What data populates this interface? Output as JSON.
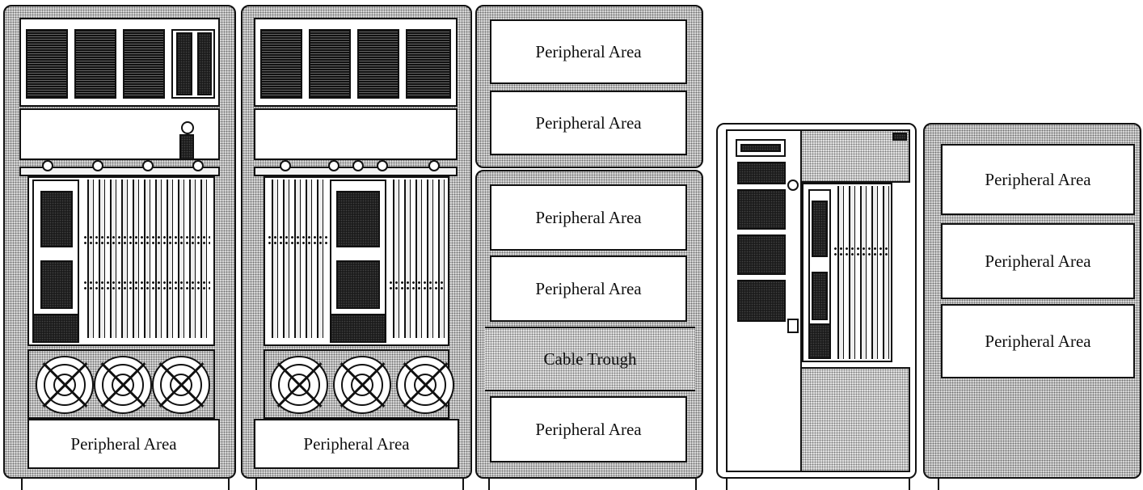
{
  "labels": {
    "peripheral_area": "Peripheral Area",
    "cable_trough": "Cable Trough"
  },
  "cabinets": [
    {
      "id": "cabinet-1",
      "bottom_label": "Peripheral Area"
    },
    {
      "id": "cabinet-2",
      "bottom_label": "Peripheral Area"
    },
    {
      "id": "cabinet-3",
      "areas": [
        "Peripheral Area",
        "Peripheral Area",
        "Peripheral Area",
        "Peripheral Area",
        "Cable Trough",
        "Peripheral Area"
      ]
    },
    {
      "id": "cabinet-4"
    },
    {
      "id": "cabinet-5",
      "areas": [
        "Peripheral Area",
        "Peripheral Area",
        "Peripheral Area"
      ]
    }
  ]
}
